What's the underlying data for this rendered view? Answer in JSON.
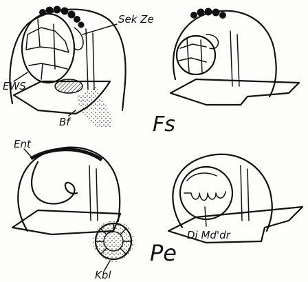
{
  "labels": {
    "sek_ze": "Sek Ze",
    "ews": "EWS",
    "bf": "Bf",
    "fs": "Fs",
    "ent": "Ent",
    "pe": "Pe",
    "kbl": "Kbl",
    "di_md_dr": "Di Md'dr"
  },
  "colors": {
    "ink": "#111111",
    "paper": "#fdfdfb"
  }
}
